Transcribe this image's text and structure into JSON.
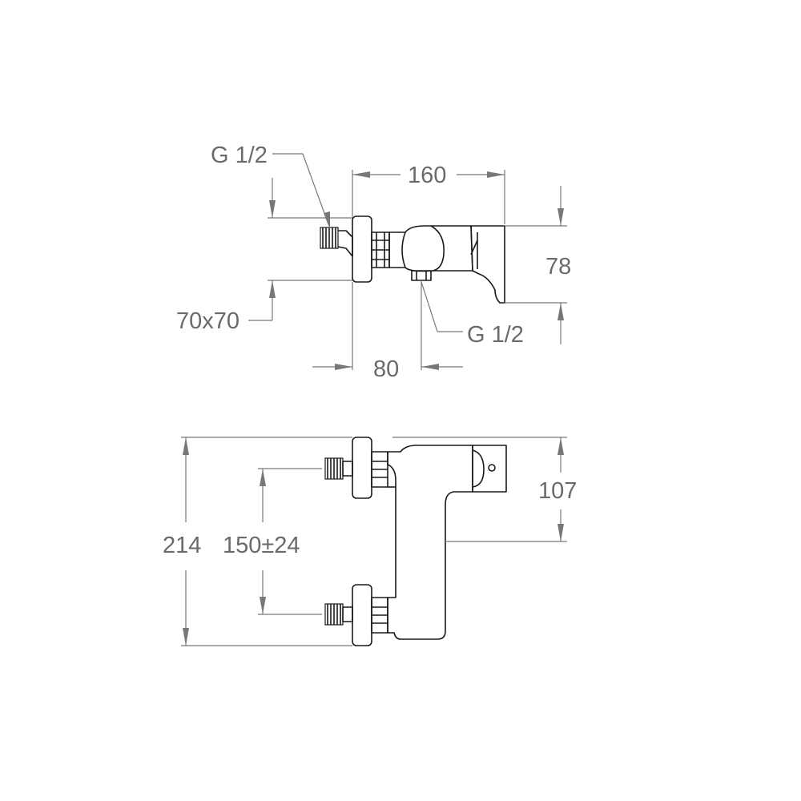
{
  "top_view": {
    "inlet_thread_label": "G 1/2",
    "width_label": "160",
    "height_label": "78",
    "plate_label": "70x70",
    "outlet_thread_label": "G 1/2",
    "outlet_offset_label": "80"
  },
  "front_view": {
    "total_height_label": "214",
    "center_distance_label": "150±24",
    "handle_height_label": "107"
  }
}
